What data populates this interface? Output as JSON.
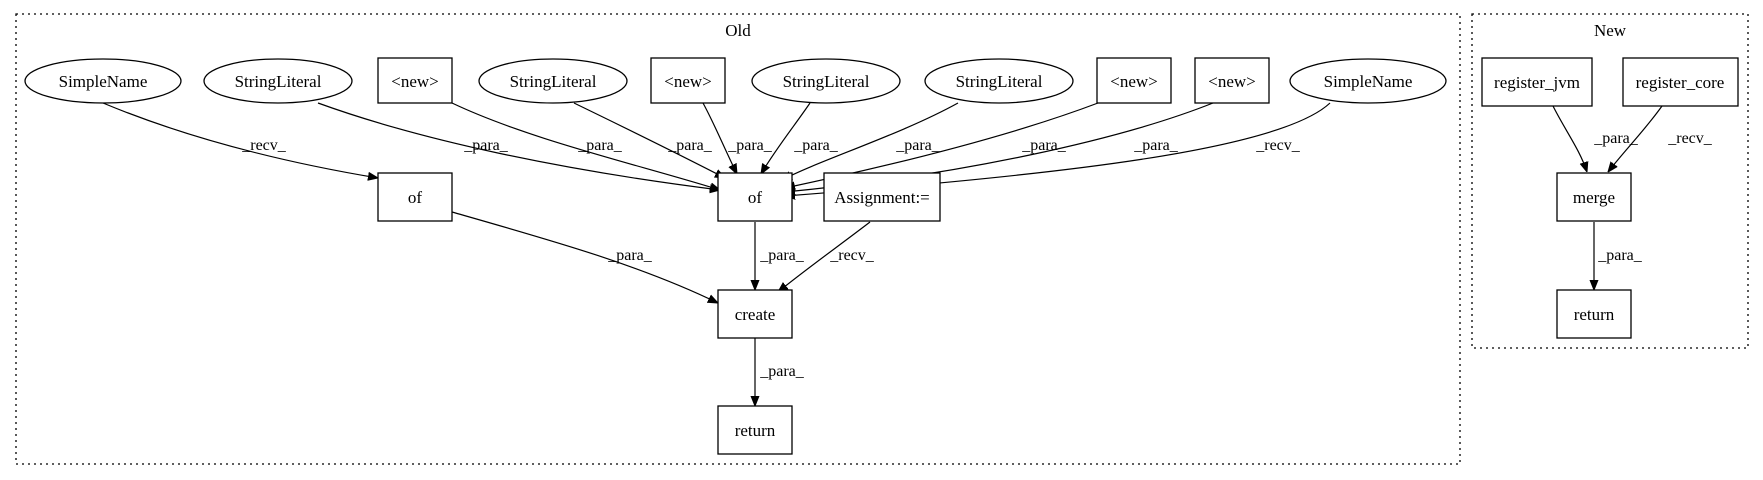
{
  "clusters": {
    "old": {
      "label": "Old"
    },
    "new": {
      "label": "New"
    }
  },
  "nodes": {
    "simplename_1": "SimpleName",
    "stringliteral_1": "StringLiteral",
    "new_1": "<new>",
    "stringliteral_2": "StringLiteral",
    "new_2": "<new>",
    "stringliteral_3": "StringLiteral",
    "stringliteral_4": "StringLiteral",
    "new_3": "<new>",
    "new_4": "<new>",
    "simplename_2": "SimpleName",
    "of_left": "of",
    "of_main": "of",
    "assignment": "Assignment:=",
    "create": "create",
    "return_old": "return",
    "register_jvm": "register_jvm",
    "register_core": "register_core",
    "merge": "merge",
    "return_new": "return"
  },
  "edges": {
    "e1": "_recv_",
    "e2": "_para_",
    "e3": "_para_",
    "e4": "_para_",
    "e5": "_para_",
    "e6": "_para_",
    "e7": "_para_",
    "e8": "_para_",
    "e9": "_para_",
    "e10": "_recv_",
    "e11": "_para_",
    "e12": "_para_",
    "e13": "_recv_",
    "e14": "_para_",
    "e15": "_para_",
    "e16": "_recv_",
    "e17": "_para_"
  }
}
